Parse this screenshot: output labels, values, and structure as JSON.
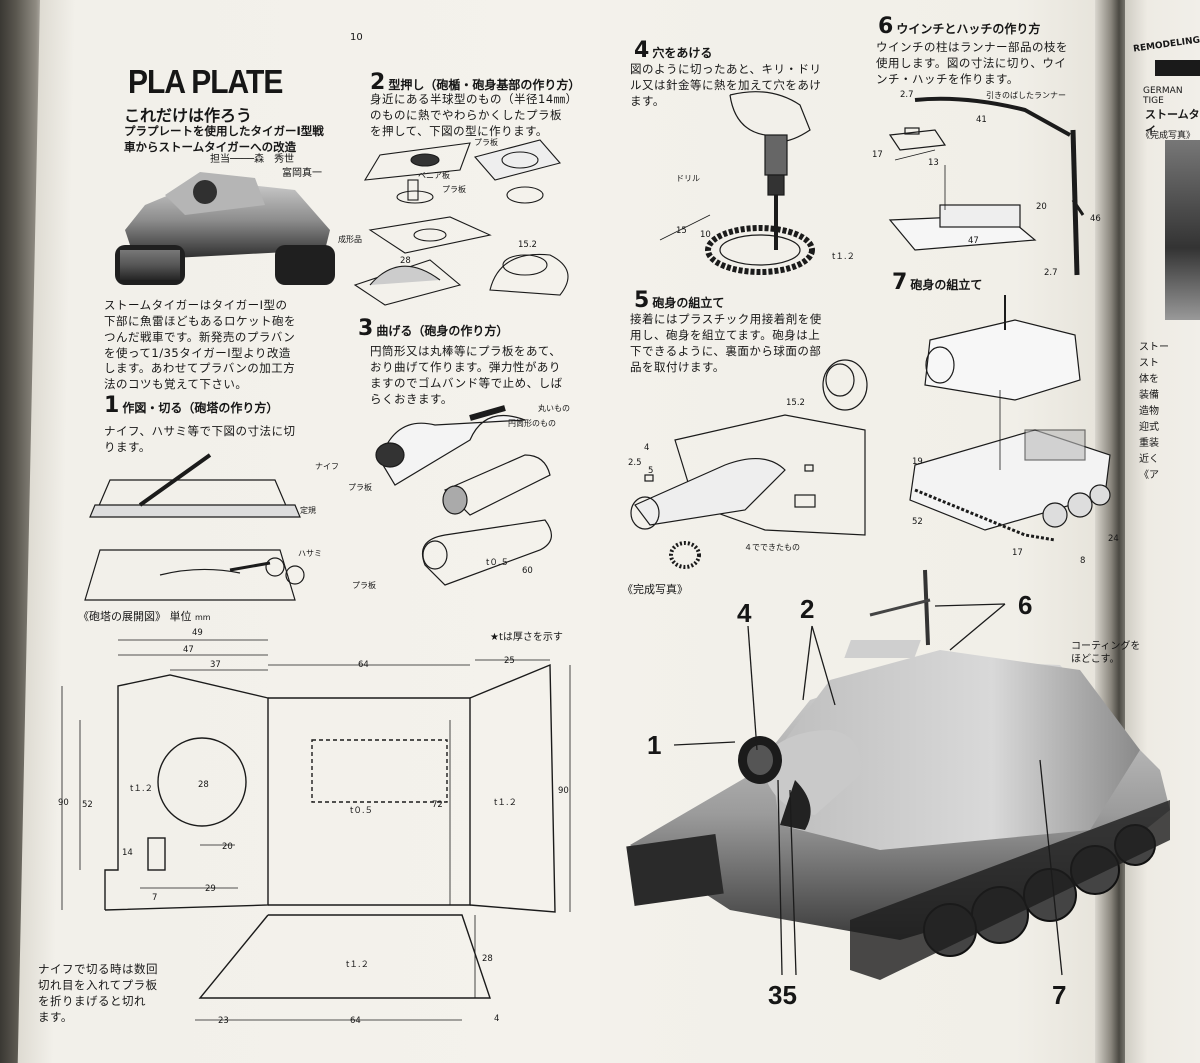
{
  "page_number": "10",
  "header": {
    "logo": "PLA PLATE",
    "subtitle": "これだけは作ろう",
    "lead": "プラプレートを使用したタイガーⅠ型戦\n車からストームタイガーへの改造",
    "credit1": "担当────森　秀世",
    "credit2": "富岡真一"
  },
  "intro_text": "ストームタイガーはタイガーⅠ型の\n下部に魚雷ほどもあるロケット砲を\nつんだ戦車です。新発売のプラバン\nを使って1/35タイガーⅠ型より改造\nします。あわせてプラバンの加工方\n法のコツも覚えて下さい。",
  "steps": [
    {
      "num": "1",
      "title": "作図・切る（砲塔の作り方）",
      "body": "ナイフ、ハサミ等で下図の寸法に切\nります。"
    },
    {
      "num": "2",
      "title": "型押し（砲楯・砲身基部の作り方）",
      "body": "身近にある半球型のもの（半径14㎜）\nのものに熱でやわらかくしたプラ板\nを押して、下図の型に作ります。"
    },
    {
      "num": "3",
      "title": "曲げる（砲身の作り方）",
      "body": "円筒形又は丸棒等にプラ板をあて、\nおり曲げて作ります。弾力性があり\nますのでゴムバンド等で止め、しば\nらくおきます。"
    },
    {
      "num": "4",
      "title": "穴をあける",
      "body": "図のように切ったあと、キリ・ドリ\nル又は針金等に熱を加えて穴をあけ\nます。"
    },
    {
      "num": "5",
      "title": "砲身の組立て",
      "body": "接着にはプラスチック用接着剤を使\n用し、砲身を組立てます。砲身は上\n下できるように、裏面から球面の部\n品を取付けます。"
    },
    {
      "num": "6",
      "title": "ウインチとハッチの作り方",
      "body": "ウインチの柱はランナー部品の枝を\n使用します。図の寸法に切り、ウイ\nンチ・ハッチを作ります。"
    },
    {
      "num": "7",
      "title": "砲身の組立て",
      "body": ""
    }
  ],
  "labels": {
    "knife": "ナイフ",
    "ruler": "定規",
    "scissors": "ハサミ",
    "pla_ita": "プラ板",
    "veneer": "ベニア板",
    "molded": "成形品",
    "round": "丸いもの",
    "cylinder": "円筒形のもの",
    "drill": "ドリル",
    "runner": "引きのばしたランナー",
    "made_in_4": "４でできたもの",
    "finished_photo": "《完成写真》",
    "coating": "コーティングを\nほどこす。",
    "t_note": "★tは厚さを示す",
    "cut_note": "ナイフで切る時は数回\n切れ目を入れてプラ板\nを折りまげると切れ\nます。",
    "dev_title": "《砲塔の展開図》 単位",
    "dev_unit": "mm"
  },
  "dims": {
    "d49": "49",
    "d47": "47",
    "d37": "37",
    "d64": "64",
    "d25": "25",
    "d90": "90",
    "d52": "52",
    "d28": "28",
    "d20": "20",
    "d14": "14",
    "d7": "7",
    "d29": "29",
    "d72": "72",
    "d90b": "90",
    "d28b": "28",
    "d23": "23",
    "d64b": "64",
    "d4": "4",
    "t12a": "t１.２",
    "t05": "t０.５",
    "t12b": "t１.２",
    "t12c": "t１.２",
    "s2_28": "28",
    "s2_152": "15.2",
    "s3_t05": "t０.５",
    "s3_60": "60",
    "s4_15": "15",
    "s4_10": "10",
    "s4_t12": "t１.２",
    "s5_152": "15.2",
    "s5_4": "4",
    "s5_25": "2.5",
    "s5_5": "5",
    "s6_27a": "2.7",
    "s6_41": "41",
    "s6_17": "17",
    "s6_13": "13",
    "s6_20": "20",
    "s6_47": "47",
    "s6_46": "46",
    "s6_27b": "2.7",
    "s7_19": "19",
    "s7_52": "52",
    "s7_17": "17",
    "s7_8": "8",
    "s7_24": "24"
  },
  "callouts": {
    "c1": "1",
    "c2": "2",
    "c4": "4",
    "c6": "6",
    "c35": "35",
    "c7": "7"
  },
  "next_page": {
    "t1": "REMODELING",
    "t2": "GERMAN TIGE",
    "t3": "ストームタイ",
    "t4": "《完成写真》",
    "t5": "ストー\nスト\n体を\n装備\n造物\n迎式\n重装\n近く\n《ア"
  }
}
